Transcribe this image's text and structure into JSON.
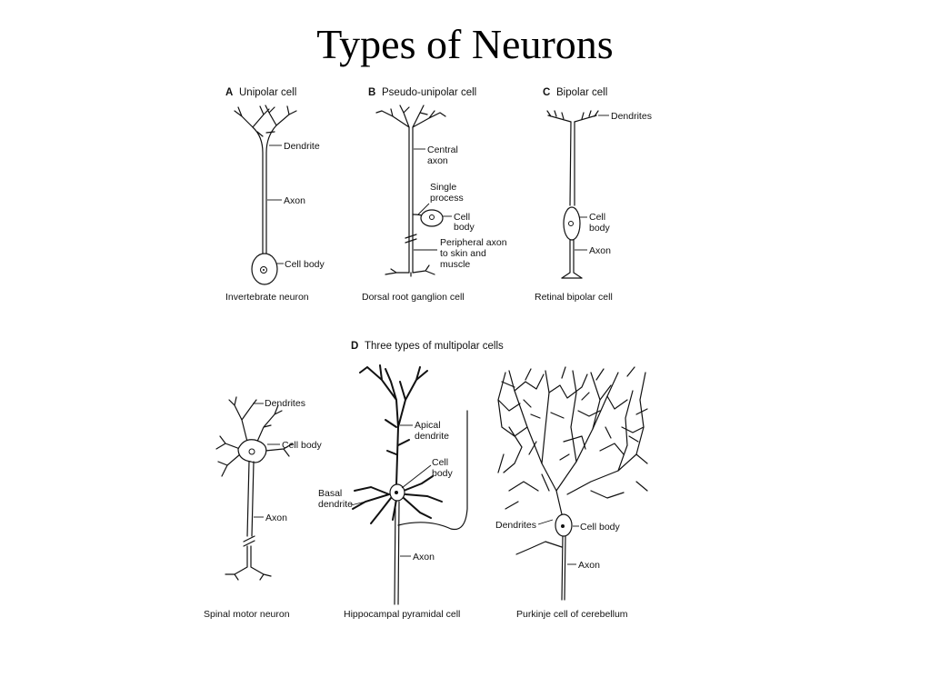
{
  "title": "Types of Neurons",
  "panels": {
    "a": {
      "letter": "A",
      "title": "Unipolar cell",
      "dendrite": "Dendrite",
      "axon": "Axon",
      "cell_body": "Cell body",
      "caption": "Invertebrate neuron"
    },
    "b": {
      "letter": "B",
      "title": "Pseudo-unipolar cell",
      "central_axon_1": "Central",
      "central_axon_2": "axon",
      "single_process_1": "Single",
      "single_process_2": "process",
      "cell_body_1": "Cell",
      "cell_body_2": "body",
      "peripheral_1": "Peripheral axon",
      "peripheral_2": "to skin and",
      "peripheral_3": "muscle",
      "caption": "Dorsal root ganglion cell"
    },
    "c": {
      "letter": "C",
      "title": "Bipolar cell",
      "dendrites": "Dendrites",
      "cell_body_1": "Cell",
      "cell_body_2": "body",
      "axon": "Axon",
      "caption": "Retinal bipolar cell"
    },
    "d": {
      "letter": "D",
      "title": "Three types of multipolar cells",
      "motor": {
        "dendrites": "Dendrites",
        "cell_body": "Cell body",
        "axon": "Axon",
        "caption": "Spinal motor neuron"
      },
      "pyramidal": {
        "apical_1": "Apical",
        "apical_2": "dendrite",
        "cell_body_1": "Cell",
        "cell_body_2": "body",
        "basal_1": "Basal",
        "basal_2": "dendrite",
        "axon": "Axon",
        "caption": "Hippocampal pyramidal cell"
      },
      "purkinje": {
        "dendrites": "Dendrites",
        "cell_body": "Cell body",
        "axon": "Axon",
        "caption": "Purkinje cell of cerebellum"
      }
    }
  }
}
